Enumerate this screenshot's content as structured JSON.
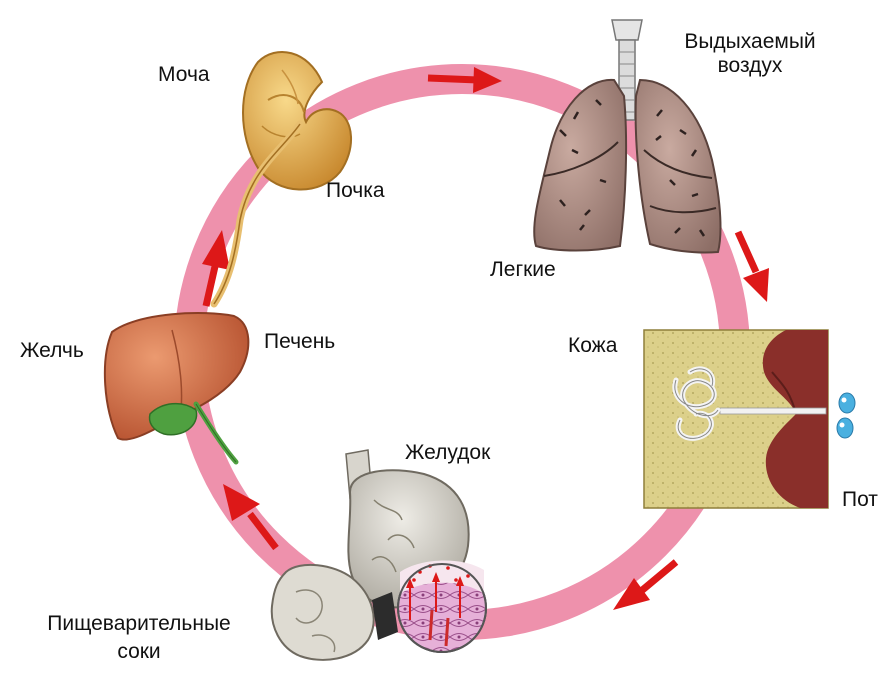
{
  "labels": {
    "urine": "Моча",
    "kidney": "Почка",
    "exhaled_air_line1": "Выдыхаемый",
    "exhaled_air_line2": "воздух",
    "lungs": "Легкие",
    "skin": "Кожа",
    "sweat": "Пот",
    "bile": "Желчь",
    "liver": "Печень",
    "stomach": "Желудок",
    "juices_line1": "Пищеварительные",
    "juices_line2": "соки"
  },
  "colors": {
    "ring": "#ee91ac",
    "arrow": "#dd1818",
    "kidney": "#e6b050",
    "lung": "#a88a80",
    "liver": "#d7704a",
    "gallbladder": "#4fa040",
    "skin_tissue": "#dcd08a",
    "skin_dermis": "#8a2f2a",
    "stomach": "#cfccc4",
    "sweat_drop": "#4ab0e0"
  },
  "flow_direction": "clockwise"
}
